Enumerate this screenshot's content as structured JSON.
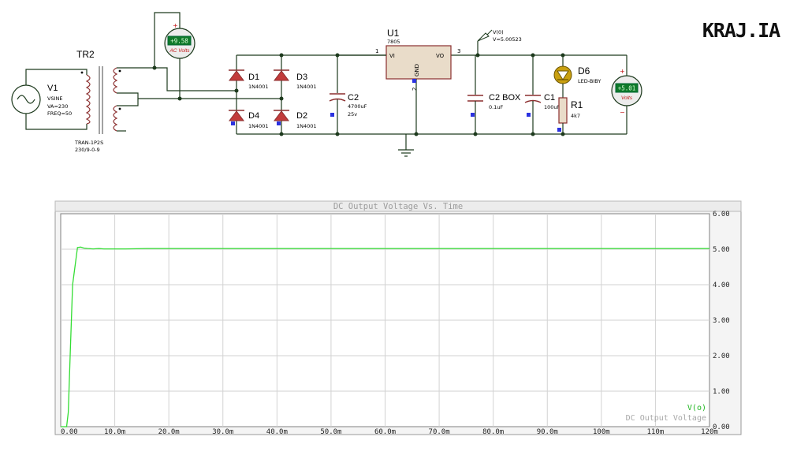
{
  "logo": {
    "text": "KRAJ.IA"
  },
  "schematic": {
    "source": {
      "ref": "V1",
      "type": "VSINE",
      "amplitude": "VA=230",
      "freq": "FREQ=50"
    },
    "transformer": {
      "ref": "TR2",
      "type": "TRAN-1P2S",
      "ratio": "230/9-0-9"
    },
    "ac_meter": {
      "reading": "+9.58",
      "unit": "AC Volts"
    },
    "dc_meter": {
      "reading": "+5.01",
      "unit": "Volts"
    },
    "diodes": [
      {
        "ref": "D1",
        "part": "1N4001"
      },
      {
        "ref": "D3",
        "part": "1N4001"
      },
      {
        "ref": "D4",
        "part": "1N4001"
      },
      {
        "ref": "D2",
        "part": "1N4001"
      }
    ],
    "cap_c2": {
      "ref": "C2",
      "value": "4700uF",
      "rating": "25v"
    },
    "regulator": {
      "ref": "U1",
      "part": "7805",
      "pin_in": "VI",
      "pin_out": "VO",
      "pin_gnd": "GND",
      "pin1": "1",
      "pin2": "2",
      "pin3": "3"
    },
    "probe": {
      "name": "V(0)",
      "value": "V=5.00523"
    },
    "cap_box": {
      "ref": "C2 BOX",
      "value": "0.1uF"
    },
    "cap_c1": {
      "ref": "C1",
      "value": "100uF"
    },
    "led": {
      "ref": "D6",
      "part": "LED-BIBY"
    },
    "resistor": {
      "ref": "R1",
      "value": "4k7"
    }
  },
  "graph": {
    "title": "DC Output Voltage Vs. Time",
    "trace_label": "V(o)",
    "legend_label": "DC Output Voltage",
    "trace_color": "#33dd33"
  },
  "chart_data": {
    "type": "line",
    "title": "DC Output Voltage Vs. Time",
    "xlim": [
      0,
      120
    ],
    "ylim": [
      0,
      6
    ],
    "x_unit": "m",
    "x_ticks": [
      "0.00",
      "10.0m",
      "20.0m",
      "30.0m",
      "40.0m",
      "50.0m",
      "60.0m",
      "70.0m",
      "80.0m",
      "90.0m",
      "100m",
      "110m",
      "120m"
    ],
    "y_ticks": [
      "0.00",
      "1.00",
      "2.00",
      "3.00",
      "4.00",
      "5.00",
      "6.00"
    ],
    "grid": true,
    "series": [
      {
        "name": "V(o)",
        "x": [
          0,
          0.8,
          1.1,
          1.4,
          1.8,
          2.2,
          3.1,
          3.7,
          4.3,
          5.0,
          6.0,
          7.0,
          8.0,
          9.0,
          10.0,
          12.0,
          16.0,
          120.0
        ],
        "y": [
          0,
          0,
          0,
          0.4,
          2.2,
          4.0,
          5.05,
          5.06,
          5.03,
          5.02,
          5.01,
          5.02,
          5.01,
          5.01,
          5.01,
          5.01,
          5.02,
          5.02
        ]
      }
    ]
  }
}
